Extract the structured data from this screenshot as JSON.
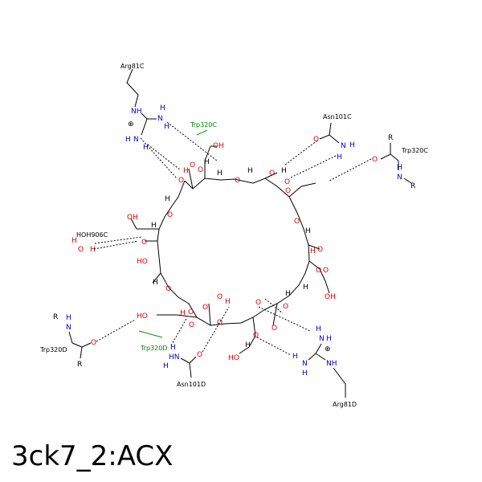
{
  "title": "3ck7_2:ACX",
  "residues": {
    "arg81c": "Arg81C",
    "trp320c_hydrophobic": "Trp320C",
    "asn101c": "Asn101C",
    "trp320c": "Trp320C",
    "hoh906c": "HOH906C",
    "trp320d": "Trp320D",
    "trp320d_hydrophobic": "Trp320D",
    "asn101d": "Asn101D",
    "arg81d": "Arg81D"
  },
  "glyphs": {
    "plus": "⊕",
    "O": "O",
    "H": "H",
    "N": "N",
    "OH": "OH",
    "HO": "HO",
    "R": "R",
    "NH": "NH",
    "HN": "HN"
  },
  "colors": {
    "oxygen": "#e00000",
    "nitrogen": "#0000cc",
    "hydrophobic": "#009900",
    "carbon": "#000000"
  }
}
